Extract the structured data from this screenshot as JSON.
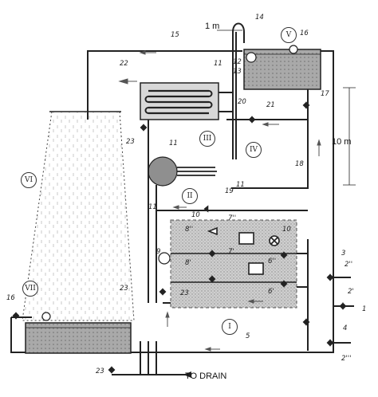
{
  "diagram": {
    "dimensions": {
      "one_meter": "1 m",
      "ten_meter": "10 m"
    },
    "drain_label": "TO DRAIN",
    "roman_labels": [
      "I",
      "II",
      "III",
      "IV",
      "V",
      "VI",
      "VII"
    ],
    "component_labels": [
      "1",
      "2'",
      "2''",
      "2'''",
      "3",
      "4",
      "5",
      "6'",
      "6''",
      "7'",
      "7''",
      "8'",
      "8''",
      "9",
      "10",
      "10",
      "11",
      "11",
      "11",
      "11",
      "12",
      "13",
      "14",
      "15",
      "16",
      "16",
      "17",
      "18",
      "19",
      "20",
      "21",
      "22",
      "23",
      "23",
      "23",
      "23"
    ]
  },
  "colors": {
    "line": "#222222",
    "water_fill": "#9a9a9a",
    "shaded_area": "#d2d2d2",
    "tank_fill": "#bdbdbd"
  }
}
